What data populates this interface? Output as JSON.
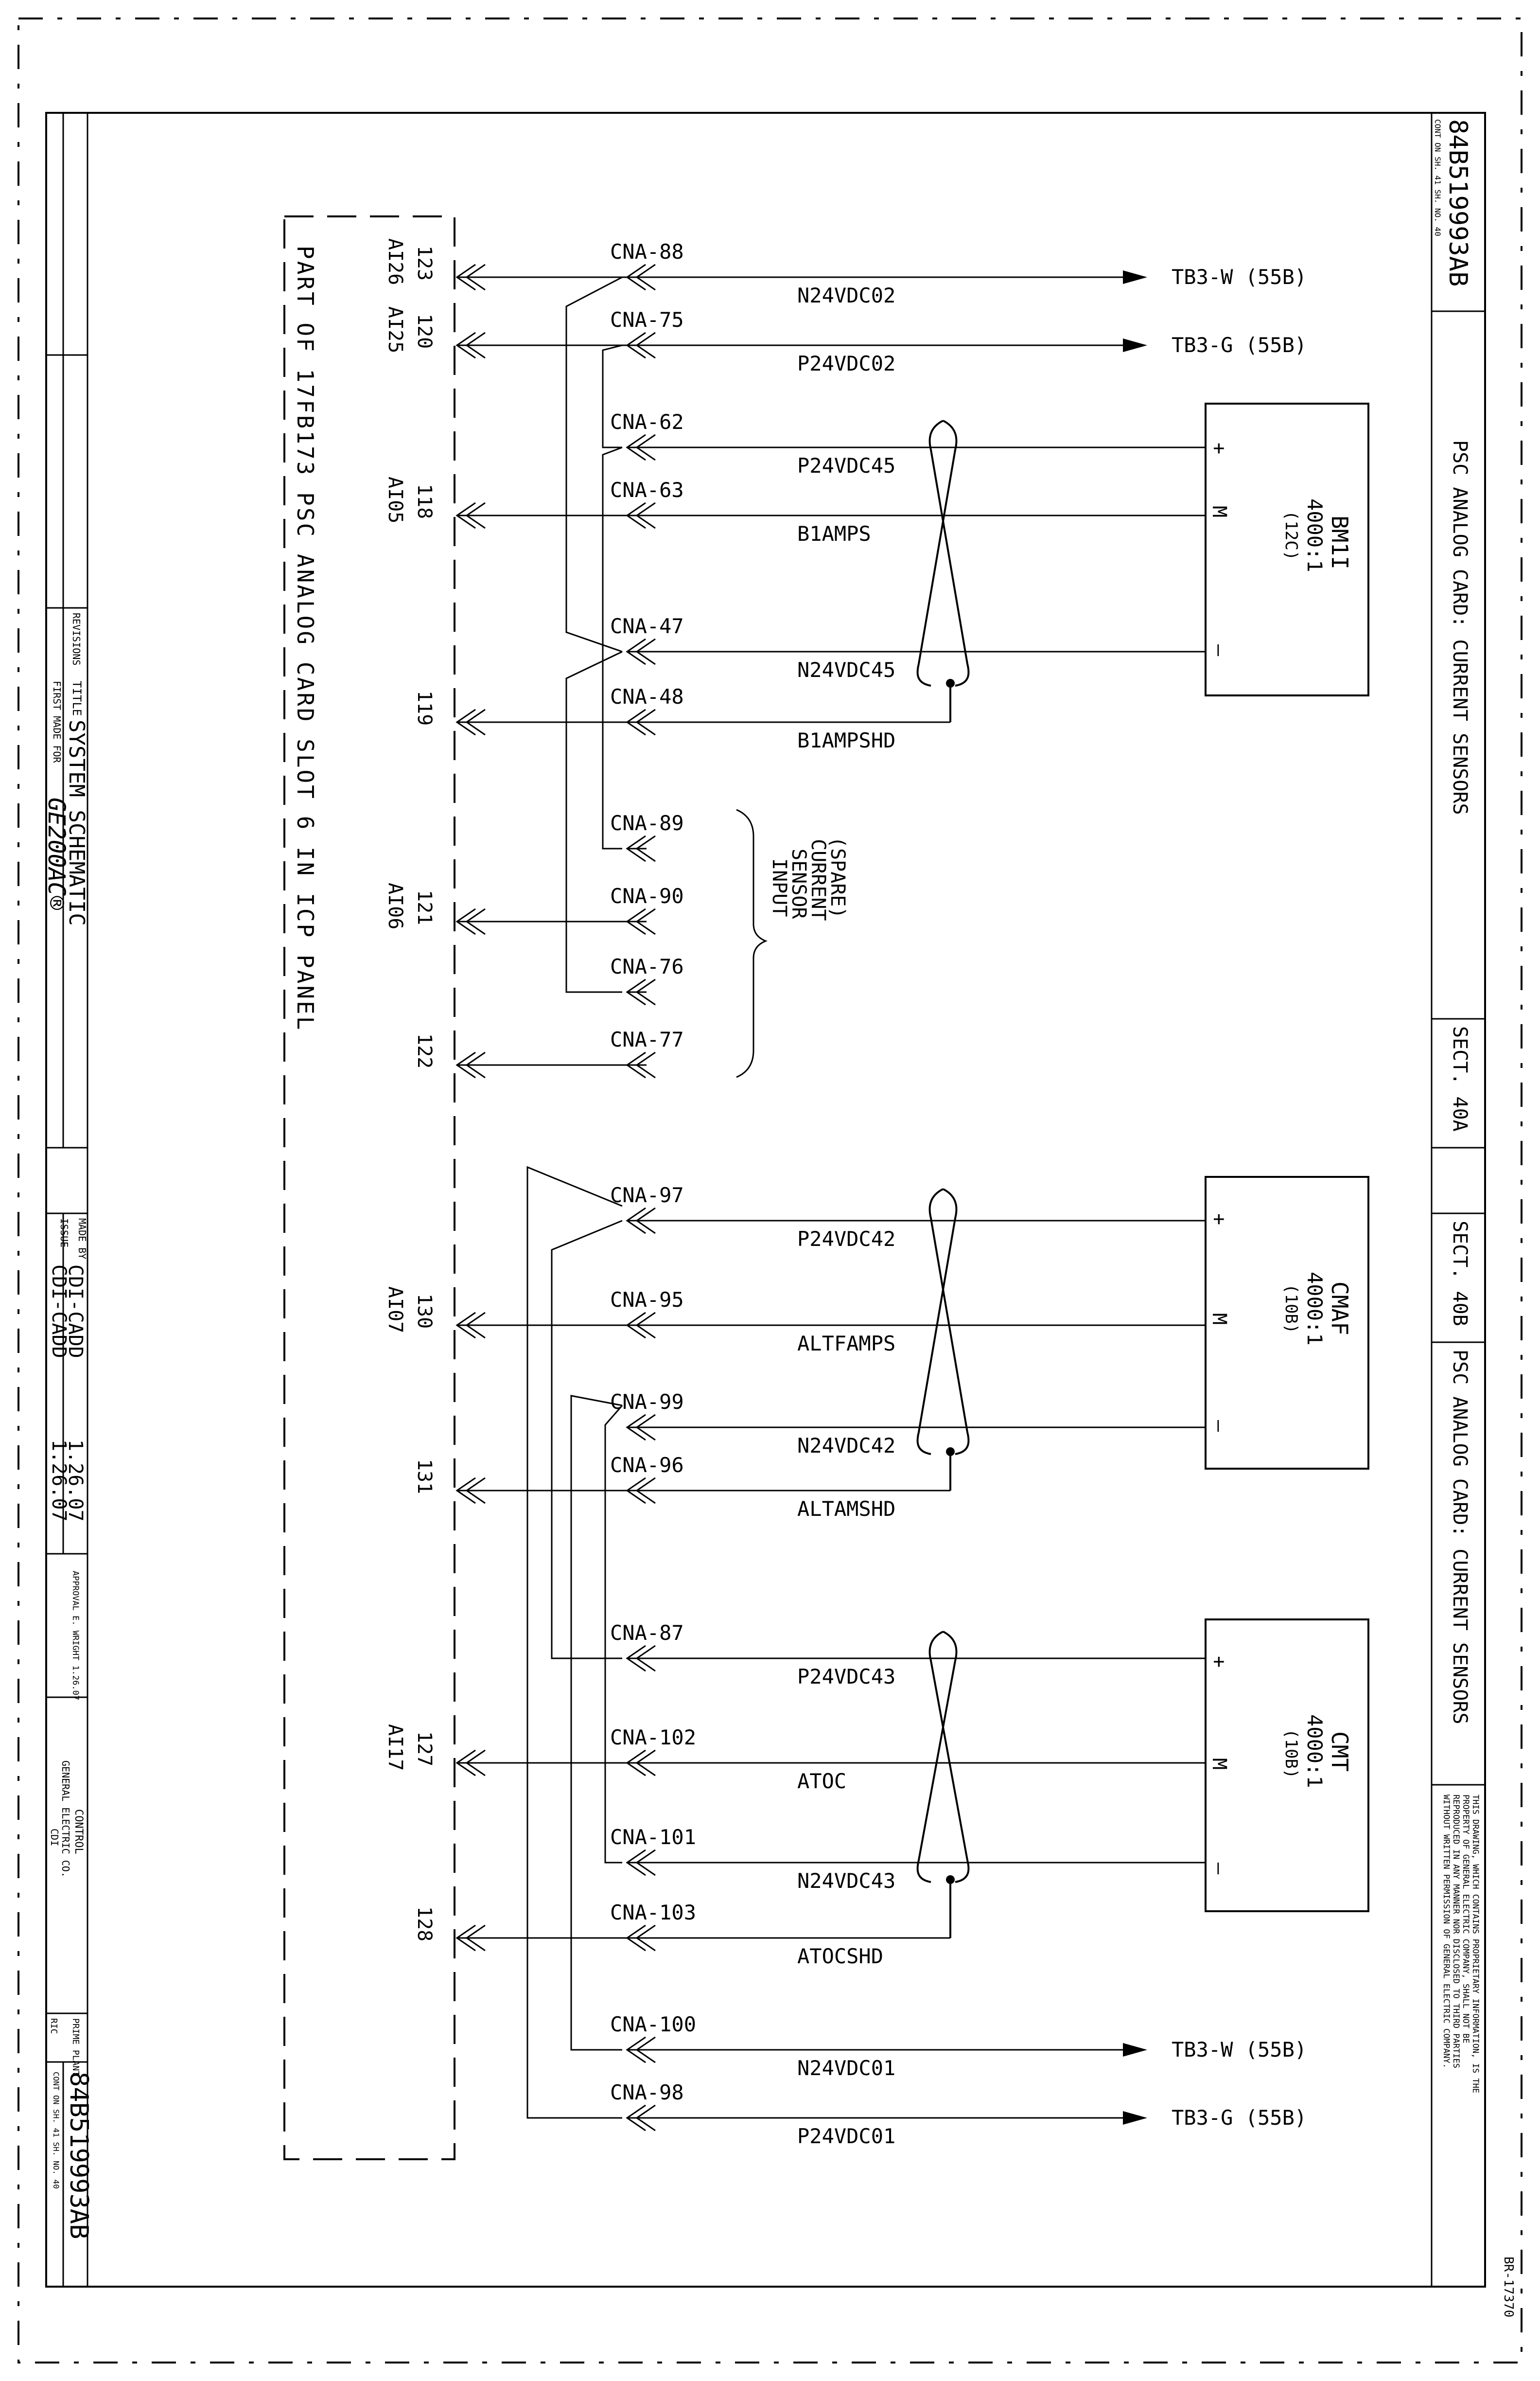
{
  "drawing_number": "84B519993AB",
  "drawing_ref_note": "CONT ON SH. 41   SH. NO. 40",
  "reg_mark": "BR-17370",
  "sections": {
    "title_a": "PSC ANALOG CARD: CURRENT SENSORS",
    "sect_a": "SECT. 40A",
    "sect_b": "SECT. 40B",
    "title_b": "PSC ANALOG CARD: CURRENT SENSORS"
  },
  "proprietary_notice": [
    "THIS DRAWING, WHICH CONTAINS PROPRIETARY INFORMATION, IS THE",
    "PROPERTY OF GENERAL ELECTRIC COMPANY, SHALL NOT BE",
    "REPRODUCED IN ANY MANNER NOR DISCLOSED TO THIRD PARTIES",
    "WITHOUT WRITTEN PERMISSION OF GENERAL ELECTRIC COMPANY."
  ],
  "title_block": {
    "revisions_label": "REVISIONS",
    "title_label": "TITLE",
    "title": "SYSTEM SCHEMATIC",
    "first_made_label": "FIRST MADE FOR",
    "first_made_for": "GE200AC®",
    "made_by_label": "MADE BY",
    "made_by": "CDI-CADD",
    "made_by_date": "1.26.07",
    "issue_label": "ISSUE",
    "issue_by": "CDI-CADD",
    "issue_date": "1.26.07",
    "approval": "APPROVAL  E. WRIGHT  1.26.07",
    "control_label": "CONTROL",
    "company": "GENERAL ELECTRIC CO.",
    "cdi": "CDI",
    "prime_plant": "PRIME PLANT",
    "ric": "RIC",
    "drawing_number": "84B519993AB",
    "cont_note": "CONT ON SH. 41   SH. NO. 40"
  },
  "card_label": "PART OF 17FB173 PSC ANALOG CARD SLOT 6 IN ICP PANEL",
  "spare_note": [
    "(SPARE)",
    "CURRENT",
    "SENSOR",
    "INPUT"
  ],
  "sensors": [
    {
      "id": "bm1",
      "name": "BM1I",
      "ratio": "4000:1",
      "loc": "(12C)",
      "plus": "+",
      "m": "M",
      "minus": "–"
    },
    {
      "id": "cmaf",
      "name": "CMAF",
      "ratio": "4000:1",
      "loc": "(10B)",
      "plus": "+",
      "m": "M",
      "minus": "–"
    },
    {
      "id": "cmt",
      "name": "CMT",
      "ratio": "4000:1",
      "loc": "(10B)",
      "plus": "+",
      "m": "M",
      "minus": "–"
    }
  ],
  "wires": [
    {
      "conn": "CNA-88",
      "signal": "N24VDC02",
      "pin": "123",
      "ai": "AI26",
      "dest": "TB3-W (55B)"
    },
    {
      "conn": "CNA-75",
      "signal": "P24VDC02",
      "pin": "120",
      "ai": "AI25",
      "dest": "TB3-G (55B)"
    },
    {
      "conn": "CNA-62",
      "signal": "P24VDC45",
      "pin": "",
      "ai": "",
      "dest": ""
    },
    {
      "conn": "CNA-63",
      "signal": "B1AMPS",
      "pin": "118",
      "ai": "AI05",
      "dest": ""
    },
    {
      "conn": "CNA-47",
      "signal": "N24VDC45",
      "pin": "",
      "ai": "",
      "dest": ""
    },
    {
      "conn": "CNA-48",
      "signal": "B1AMPSHD",
      "pin": "119",
      "ai": "",
      "dest": ""
    },
    {
      "conn": "CNA-89",
      "signal": "",
      "pin": "",
      "ai": "",
      "dest": ""
    },
    {
      "conn": "CNA-90",
      "signal": "",
      "pin": "121",
      "ai": "AI06",
      "dest": ""
    },
    {
      "conn": "CNA-76",
      "signal": "",
      "pin": "",
      "ai": "",
      "dest": ""
    },
    {
      "conn": "CNA-77",
      "signal": "",
      "pin": "122",
      "ai": "",
      "dest": ""
    },
    {
      "conn": "CNA-97",
      "signal": "P24VDC42",
      "pin": "",
      "ai": "",
      "dest": ""
    },
    {
      "conn": "CNA-95",
      "signal": "ALTFAMPS",
      "pin": "130",
      "ai": "AI07",
      "dest": ""
    },
    {
      "conn": "CNA-99",
      "signal": "N24VDC42",
      "pin": "",
      "ai": "",
      "dest": ""
    },
    {
      "conn": "CNA-96",
      "signal": "ALTAMSHD",
      "pin": "131",
      "ai": "",
      "dest": ""
    },
    {
      "conn": "CNA-87",
      "signal": "P24VDC43",
      "pin": "",
      "ai": "",
      "dest": ""
    },
    {
      "conn": "CNA-102",
      "signal": "ATOC",
      "pin": "127",
      "ai": "AI17",
      "dest": ""
    },
    {
      "conn": "CNA-101",
      "signal": "N24VDC43",
      "pin": "",
      "ai": "",
      "dest": ""
    },
    {
      "conn": "CNA-103",
      "signal": "ATOCSHD",
      "pin": "128",
      "ai": "",
      "dest": ""
    },
    {
      "conn": "CNA-100",
      "signal": "N24VDC01",
      "pin": "",
      "ai": "",
      "dest": "TB3-W (55B)"
    },
    {
      "conn": "CNA-98",
      "signal": "P24VDC01",
      "pin": "",
      "ai": "",
      "dest": "TB3-G (55B)"
    }
  ]
}
